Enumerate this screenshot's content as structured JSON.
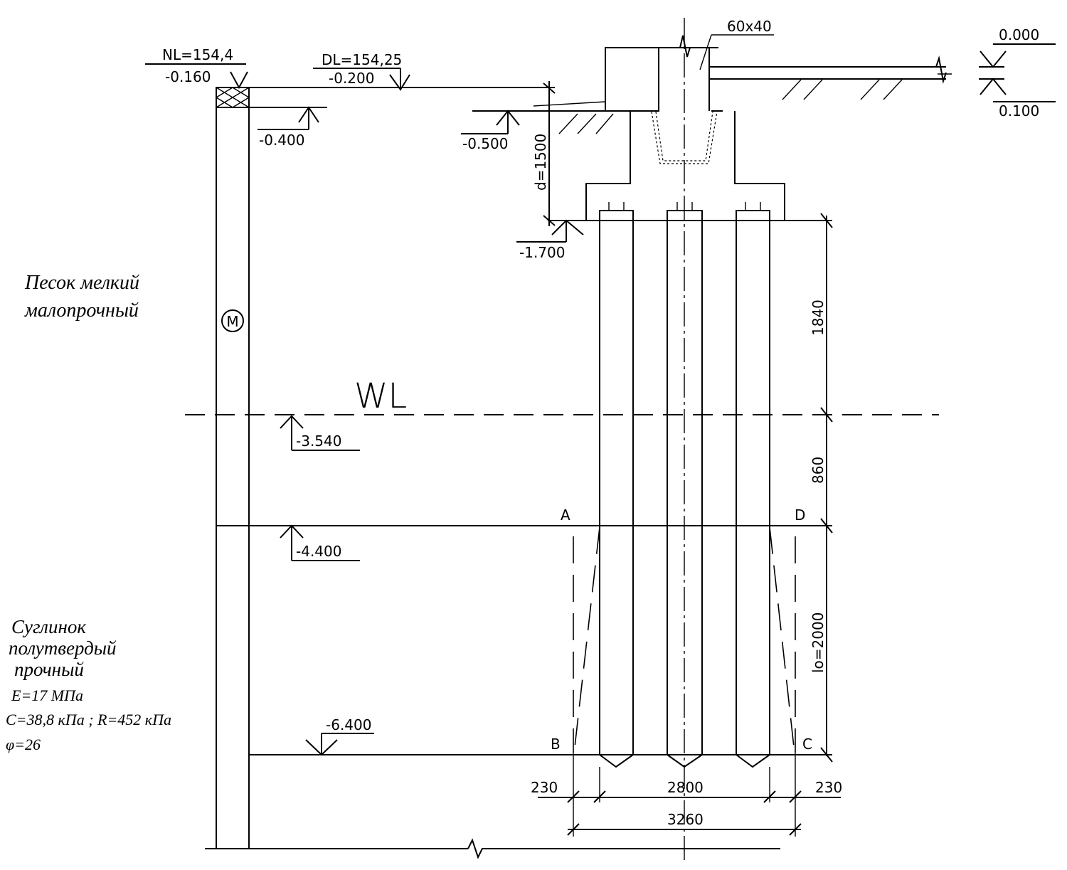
{
  "levels": {
    "nl": "NL=154,4",
    "nl_rel": "-0.160",
    "dl": "DL=154,25",
    "dl_rel": "-0.200",
    "lvl_0400": "-0.400",
    "lvl_0500": "-0.500",
    "lvl_1700": "-1.700",
    "lvl_3540": "-3.540",
    "lvl_4400": "-4.400",
    "lvl_6400": "-6.400",
    "lvl_0000": "0.000",
    "lvl_0100": "0.100"
  },
  "dimensions": {
    "depth": "d=1500",
    "d1840": "1840",
    "d860": "860",
    "lo": "lo=2000",
    "w230_left": "230",
    "w2800": "2800",
    "w230_right": "230",
    "w3260": "3260",
    "column": "60x40"
  },
  "points": {
    "a": "A",
    "b": "B",
    "c": "C",
    "d": "D"
  },
  "water": {
    "label": "WL"
  },
  "soil_top": {
    "line1": "Песок мелкий",
    "line2": "малопрочный",
    "marker": "М"
  },
  "soil_bottom": {
    "line1": "Суглинок",
    "line2": "полутвердый",
    "line3": "прочный",
    "e": "E=17 МПа",
    "c_r": "C=38,8 кПа ; R=452 кПа",
    "phi": "φ=26"
  }
}
